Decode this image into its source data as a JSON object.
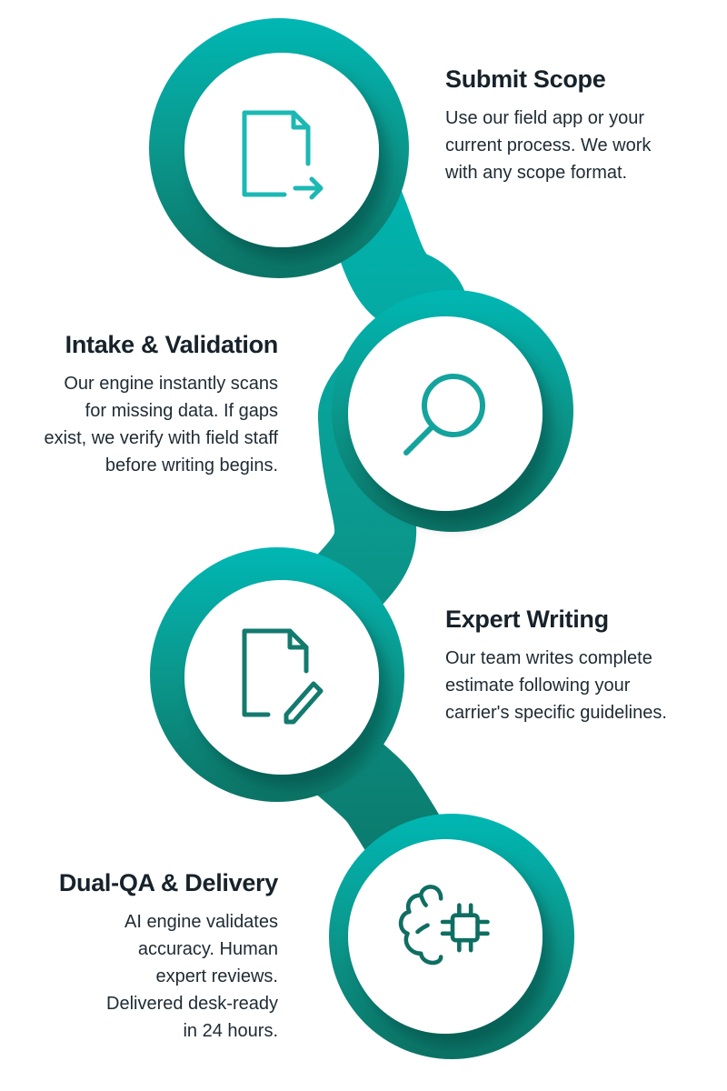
{
  "steps": [
    {
      "title": "Submit Scope",
      "body": "Use our field app or your current process. We work with any scope format.",
      "icon": "file-arrow-icon",
      "color": "#1cb8b4"
    },
    {
      "title": "Intake & Validation",
      "body": "Our engine instantly scans for missing data. If gaps exist, we verify with field staff before writing begins.",
      "icon": "search-icon",
      "color": "#14a39d"
    },
    {
      "title": "Expert Writing",
      "body": "Our team writes complete estimate following your carrier's specific guidelines.",
      "icon": "file-edit-icon",
      "color": "#137a6e"
    },
    {
      "title": "Dual-QA & Delivery",
      "body": "AI engine validates accuracy. Human expert reviews. Delivered desk-ready in 24 hours.",
      "icon": "brain-chip-icon",
      "color": "#0f6e62"
    }
  ],
  "colors": {
    "teal_top": "#00b7b3",
    "teal_bottom": "#0b7466"
  }
}
